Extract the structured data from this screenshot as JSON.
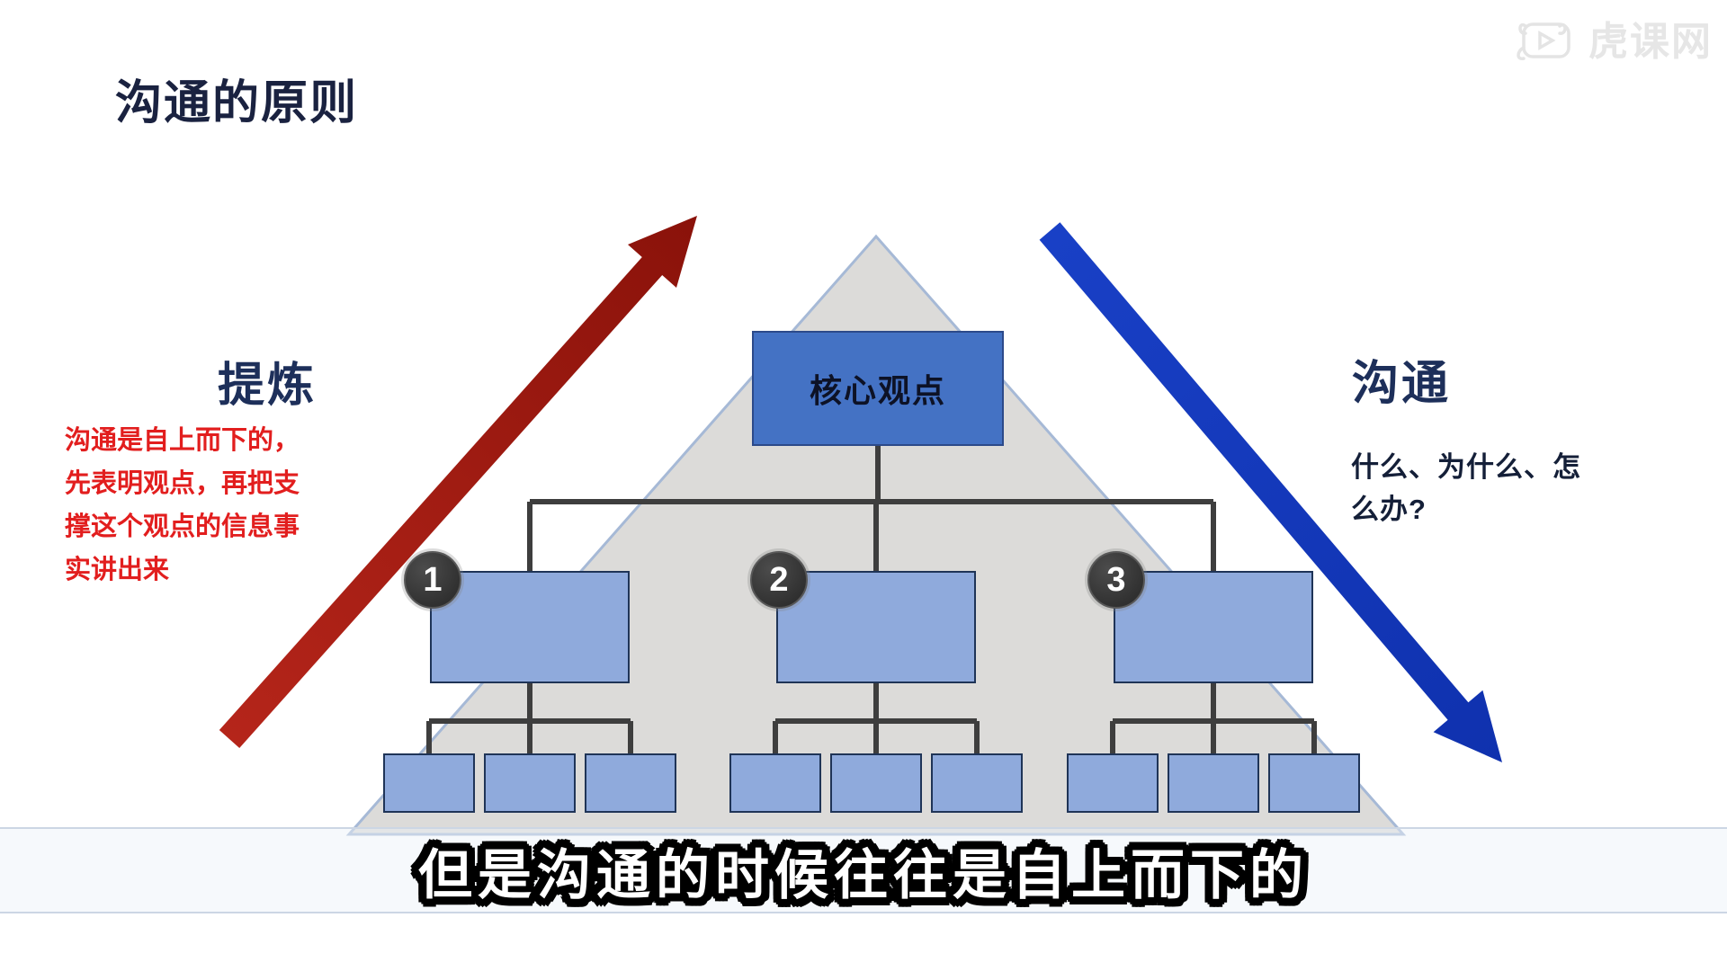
{
  "slide": {
    "title": "沟通的原则",
    "subtitle": "但是沟通的时候往往是自上而下的",
    "watermark_text": "虎课网"
  },
  "left_section": {
    "label": "提炼",
    "note_lines": [
      "沟通是自上而下的，",
      "先表明观点，再把支",
      "撑这个观点的信息事",
      "实讲出来"
    ]
  },
  "right_section": {
    "label": "沟通",
    "note_lines": [
      "什么、为什么、怎",
      "么办?"
    ]
  },
  "pyramid": {
    "core_box_label": "核心观点",
    "level2_numbers": [
      "1",
      "2",
      "3"
    ]
  },
  "colors": {
    "title_navy": "#1a2240",
    "side_label_navy": "#1d2f5a",
    "note_red": "#e21e1e",
    "core_box_blue": "#4472c4",
    "light_blue_box": "#8faadc",
    "box_border_navy": "#1f3457",
    "triangle_gray": "#dcdbd9",
    "triangle_edge_blue": "#a6b9d6",
    "connector_gray": "#3e3e3e",
    "red_arrow_dark": "#8a120a",
    "red_arrow_bright": "#b5251a",
    "blue_arrow": "#1236bd",
    "subtitle_fill": "#ffffff",
    "subtitle_outline": "#000000"
  }
}
